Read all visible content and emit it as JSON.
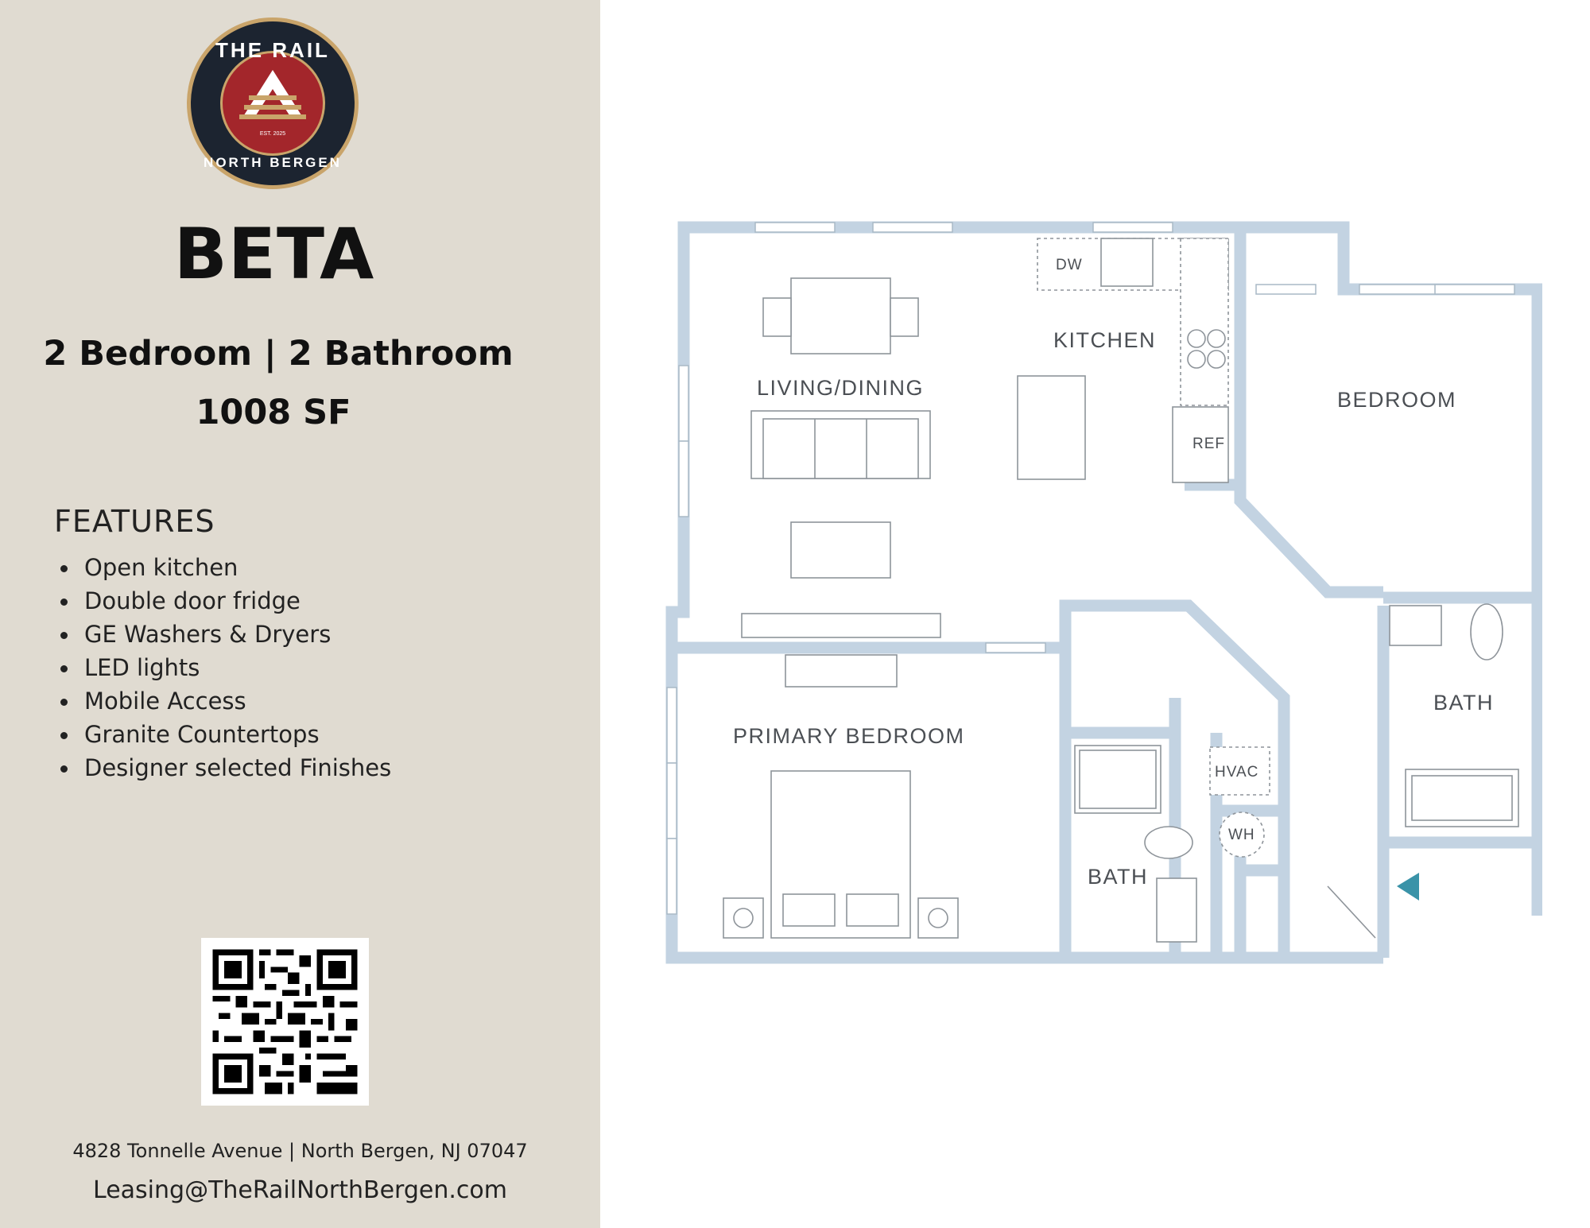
{
  "brand": {
    "name": "THE RAIL",
    "location": "NORTH BERGEN",
    "established": "EST. 2025"
  },
  "unit": {
    "name": "BETA",
    "layout": "2 Bedroom | 2 Bathroom",
    "area": "1008 SF"
  },
  "features": {
    "heading": "FEATURES",
    "items": [
      "Open kitchen",
      "Double door fridge",
      "GE Washers & Dryers",
      "LED lights",
      "Mobile Access",
      "Granite Countertops",
      "Designer selected Finishes"
    ]
  },
  "contact": {
    "address": "4828 Tonnelle Avenue | North Bergen, NJ 07047",
    "email": "Leasing@TheRailNorthBergen.com"
  },
  "floorplan": {
    "rooms": {
      "living_dining": "LIVING/DINING",
      "kitchen": "KITCHEN",
      "bedroom": "BEDROOM",
      "primary_bedroom": "PRIMARY BEDROOM",
      "bath_1": "BATH",
      "bath_2": "BATH"
    },
    "fixtures": {
      "dishwasher": "DW",
      "refrigerator": "REF",
      "hvac": "HVAC",
      "water_heater": "WH"
    }
  },
  "colors": {
    "sidebar_bg": "#e0dbd1",
    "wall": "#c3d3e2",
    "logo_ring": "#1c2430",
    "logo_gold": "#c9a46a",
    "logo_red": "#a3262b",
    "entry_marker": "#3a93a8"
  }
}
